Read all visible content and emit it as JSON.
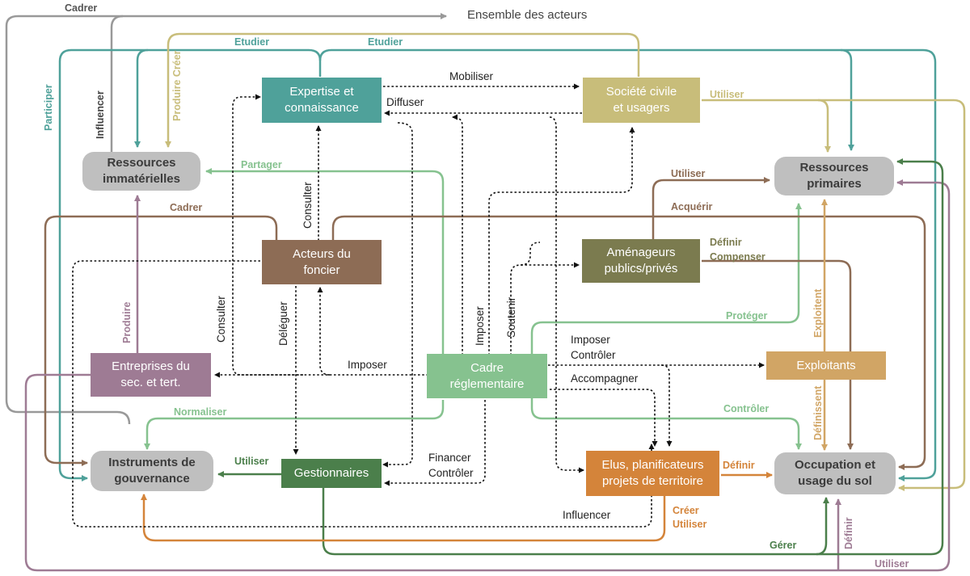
{
  "colors": {
    "teal": "#4fa19a",
    "olive_light": "#c8bd7a",
    "brown": "#8d6c55",
    "green_light": "#86c28f",
    "olive_dark": "#7b7b4f",
    "mauve": "#9e7b94",
    "green_dark": "#4b7f4b",
    "orange": "#d4843a",
    "tan": "#d1a565",
    "gray": "#999999",
    "node_gray": "#bfbfbf",
    "black": "#111111"
  },
  "nodes": {
    "expertise": "Expertise et\nconnaissance",
    "societe": "Société civile\net usagers",
    "ressources_imm": "Ressources\nimmatérielles",
    "ressources_prim": "Ressources\nprimaires",
    "acteurs_foncier": "Acteurs du\nfoncier",
    "amenageurs": "Aménageurs\npublics/privés",
    "entreprises": "Entreprises du\nsec. et tert.",
    "cadre": "Cadre\nréglementaire",
    "exploitants": "Exploitants",
    "instruments": "Instruments de\ngouvernance",
    "gestionnaires": "Gestionnaires",
    "elus": "Elus, planificateurs\nprojets de territoire",
    "occupation": "Occupation et\nusage du sol"
  },
  "labels": {
    "ensemble": "Ensemble des acteurs",
    "cadrer_top": "Cadrer",
    "etudier_1": "Etudier",
    "etudier_2": "Etudier",
    "participer": "Participer",
    "influencer_v": "Influencer",
    "produire_creer": "Produire  Créer",
    "mobiliser": "Mobiliser",
    "diffuser": "Diffuser",
    "utiliser_top": "Utiliser",
    "partager": "Partager",
    "utiliser_am": "Utiliser",
    "cadrer_mid": "Cadrer",
    "acquerir": "Acquérir",
    "consulter_1": "Consulter",
    "definir": "Définir",
    "compenser": "Compenser",
    "produire_v": "Produire",
    "consulter_2": "Consulter",
    "deleguer": "Déléguer",
    "imposer_v": "Imposer",
    "soutenir": "Soutenir",
    "proteger": "Protéger",
    "exploitent": "Exploitent",
    "imposer_h": "Imposer",
    "imposer_controler": "Imposer\nContrôler",
    "accompagner": "Accompagner",
    "normaliser": "Normaliser",
    "controler": "Contrôler",
    "definissent": "Définissent",
    "utiliser_gest": "Utiliser",
    "financer_controler": "Financer\nContrôler",
    "definir_elus": "Définir",
    "influencer_h": "Influencer",
    "creer_utiliser": "Créer\nUtiliser",
    "gerer": "Gérer",
    "definir_v": "Définir",
    "utiliser_bottom": "Utiliser"
  }
}
